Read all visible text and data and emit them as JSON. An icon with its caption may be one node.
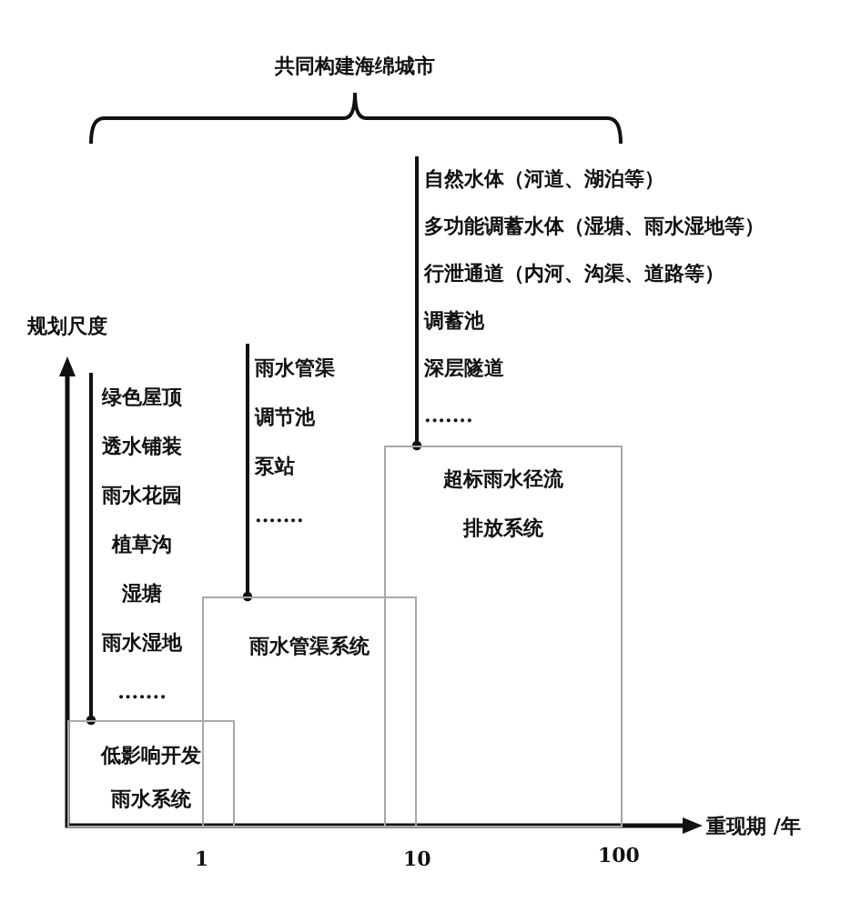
{
  "diagram": {
    "title": "共同构建海绵城市",
    "nodes": [
      {
        "text": [
          "绿色屋顶",
          "透水铺装",
          "雨水花园",
          "植草沟",
          "湿塘",
          "雨水湿地",
          "......."
        ]
      },
      {
        "text": [
          "低影响开发雨水系统"
        ]
      },
      {
        "text": [
          "雨水管渠",
          "调节池",
          "泵站",
          "......."
        ]
      },
      {
        "text": [
          "雨水管渠系统"
        ]
      },
      {
        "text": [
          "自然水体（河道、湖泊等）",
          "多功能调蓄水体（湿塘、雨水湿地等）",
          "行泄通道（内河、沟渠、道路等）",
          "调蓄池",
          "深层隧道",
          "......."
        ]
      },
      {
        "text": [
          "超标雨水径流排放系统"
        ]
      }
    ],
    "edges": [
      {
        "from": 0,
        "to": 1,
        "arrow": "other"
      },
      {
        "from": 2,
        "to": 3,
        "arrow": "other"
      },
      {
        "from": 4,
        "to": 5,
        "arrow": "other"
      }
    ],
    "labels": [
      "规划尺度",
      "重现期 /年",
      "1",
      "10",
      "100"
    ]
  }
}
